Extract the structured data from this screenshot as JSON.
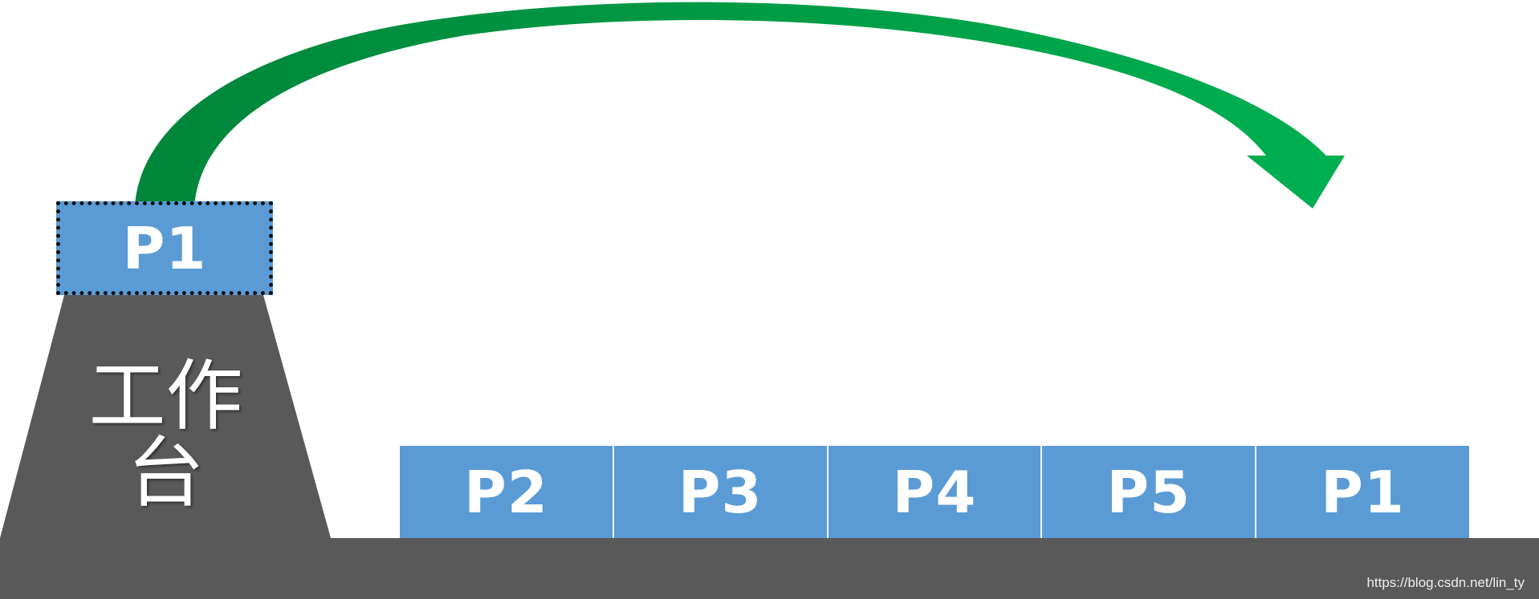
{
  "diagram": {
    "workbench_label": "工作台",
    "active_item": "P1",
    "queue_items": [
      "P2",
      "P3",
      "P4",
      "P5",
      "P1"
    ],
    "watermark": "https://blog.csdn.net/lin_ty",
    "colors": {
      "box_fill": "#5b9bd5",
      "ground": "#595959",
      "arrow_light": "#00b050",
      "arrow_dark": "#00853a",
      "text": "#ffffff"
    }
  }
}
